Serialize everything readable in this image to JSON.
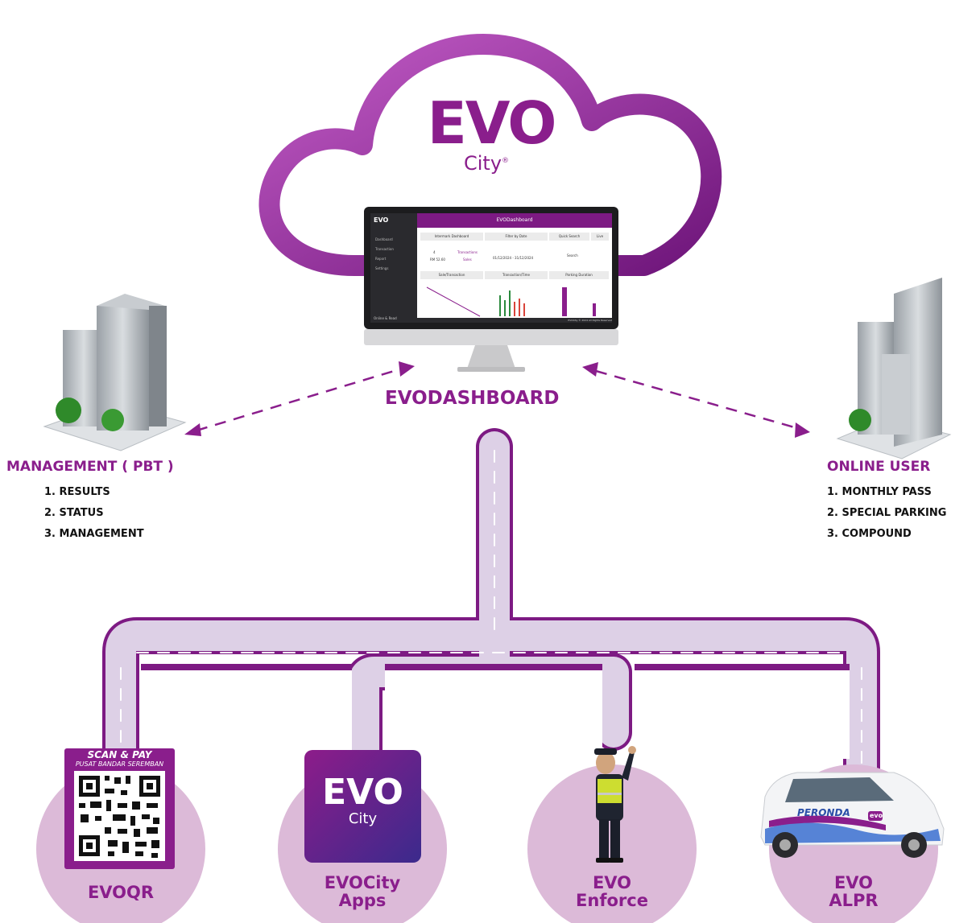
{
  "cloud_logo": {
    "brand": "EVO",
    "sub": "City",
    "reg": "®"
  },
  "dashboard_label": {
    "brand": "EVO",
    "rest": "DASHBOARD"
  },
  "screen": {
    "sidebar_logo": "EVO",
    "sidebar_items": [
      "Dashboard",
      "Transaction",
      "Report",
      "Settings"
    ],
    "sidebar_footer": "Online & Read",
    "header": "EVODashboard",
    "bar1": "Intermark Dashboard",
    "bar2": "Filter by Date",
    "bar3": "Quick Search",
    "bar4": "Live",
    "stat_count": "4",
    "stat_amount": "RM 52.60",
    "stat_transactions": "Transactions",
    "stat_sales": "Sales",
    "date_range": "01/12/2024 - 31/12/2024",
    "search_label": "Search",
    "chart1": "Sale/Transaction",
    "chart2": "Transaction/Time",
    "chart3": "Parking Duration",
    "footer": "EVOCity © 2024 All Rights Reserved"
  },
  "management": {
    "title": "MANAGEMENT ( PBT )",
    "items": [
      "1. RESULTS",
      "2. STATUS",
      "3. MANAGEMENT"
    ]
  },
  "online_user": {
    "title": "ONLINE USER",
    "items": [
      "1. MONTHLY PASS",
      "2. SPECIAL PARKING",
      "3. COMPOUND"
    ]
  },
  "nodes": [
    {
      "brand": "EVO",
      "rest": "QR",
      "line2": ""
    },
    {
      "brand": "EVO",
      "rest": "City",
      "line2": "Apps"
    },
    {
      "brand": "EVO",
      "rest": "",
      "line2": "Enforce"
    },
    {
      "brand": "EVO",
      "rest": "",
      "line2": "ALPR"
    }
  ],
  "qr_card": {
    "line1": "SCAN & PAY",
    "line2": "PUSAT BANDAR SEREMBAN"
  },
  "app_icon": {
    "brand": "EVO",
    "sub": "City"
  },
  "car": {
    "text": "PERONDA",
    "badge": "evo"
  },
  "colors": {
    "accent": "#8a1e8c",
    "road": "#ddd0e6",
    "road_border": "#7d1a83",
    "node_circle": "#dcbad8"
  }
}
